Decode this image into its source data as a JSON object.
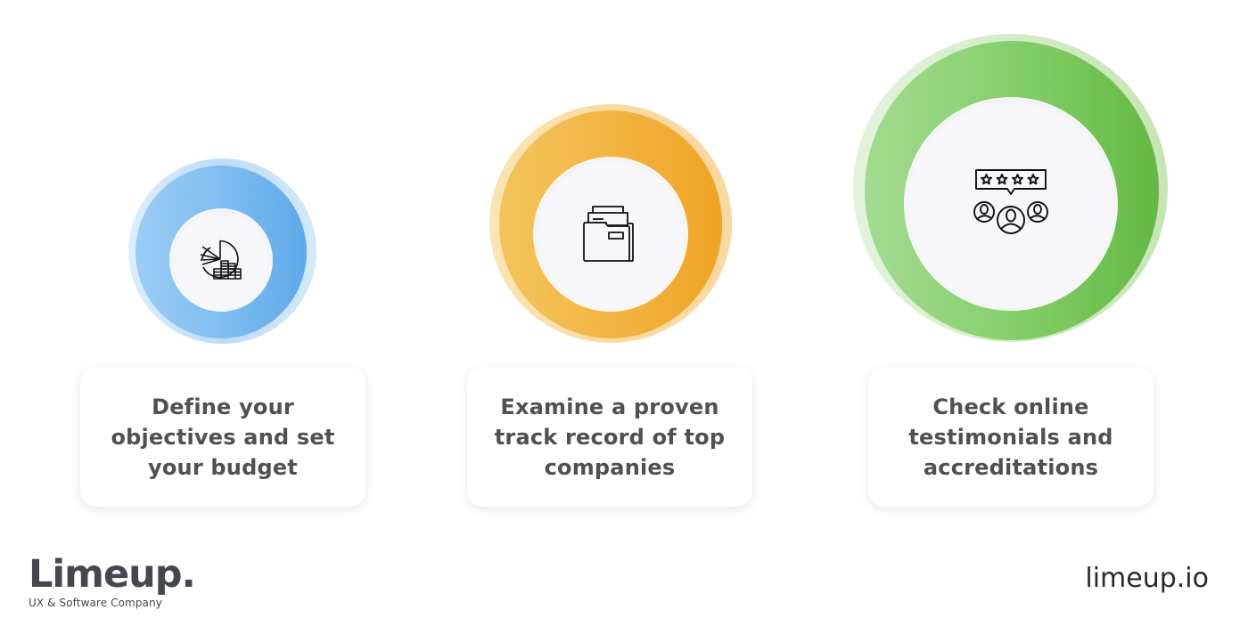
{
  "steps": [
    {
      "id": 1,
      "icon": "pie-chart-coins-icon",
      "color": "#6fb4ee",
      "label": "Define your objectives and set your budget"
    },
    {
      "id": 2,
      "icon": "folder-documents-icon",
      "color": "#f2b443",
      "label": "Examine a proven track record of top companies"
    },
    {
      "id": 3,
      "icon": "rating-reviews-people-icon",
      "color": "#7cc85f",
      "label": "Check online testimonials and accreditations"
    }
  ],
  "branding": {
    "logo_word": "Limeup.",
    "logo_tagline": "UX & Software Company",
    "website": "limeup.io"
  }
}
